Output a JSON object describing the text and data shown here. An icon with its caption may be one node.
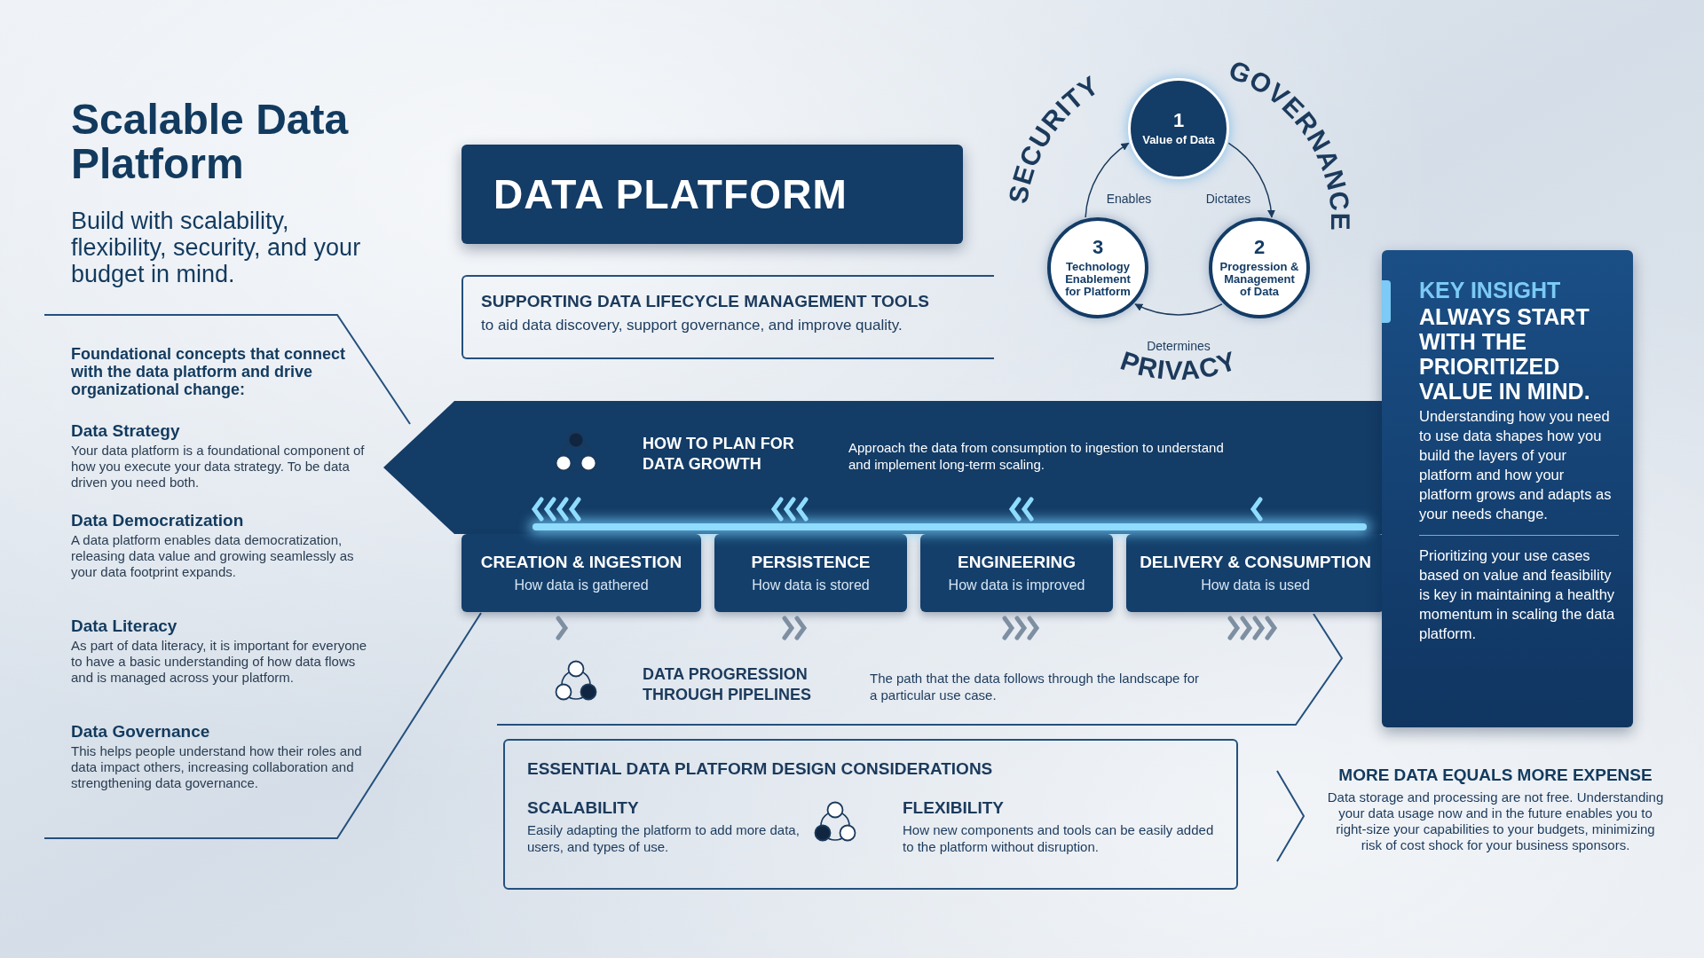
{
  "diagram": {
    "title": "Scalable Data Platform",
    "nodes": [
      {
        "text": [
          "DATA PLATFORM"
        ]
      },
      {
        "text": [
          "SUPPORTING DATA LIFECYCLE MANAGEMENT TOOLS",
          "to aid data discovery, support governance, and improve quality."
        ]
      },
      {
        "text": [
          "1",
          "Value of Data"
        ]
      },
      {
        "text": [
          "2",
          "Progression & Management of Data"
        ]
      },
      {
        "text": [
          "3",
          "Technology Enablement for Platform"
        ]
      },
      {
        "text": [
          "HOW TO PLAN FOR DATA GROWTH",
          "Approach the data from consumption to ingestion to understand and implement long-term scaling."
        ]
      },
      {
        "text": [
          "CREATION & INGESTION",
          "How data is gathered"
        ]
      },
      {
        "text": [
          "PERSISTENCE",
          "How data is stored"
        ]
      },
      {
        "text": [
          "ENGINEERING",
          "How data is improved"
        ]
      },
      {
        "text": [
          "DELIVERY & CONSUMPTION",
          "How data is used"
        ]
      },
      {
        "text": [
          "DATA PROGRESSION THROUGH PIPELINES",
          "The path that the data follows through the landscape for a particular use case."
        ]
      },
      {
        "text": [
          "ESSENTIAL DATA PLATFORM DESIGN CONSIDERATIONS",
          "SCALABILITY",
          "Easily adapting the platform to add more data, users, and types of use.",
          "FLEXIBILITY",
          "How new components and tools can be easily added to the platform without disruption."
        ]
      },
      {
        "text": [
          "KEY INSIGHT",
          "ALWAYS START WITH THE PRIORITIZED VALUE IN MIND.",
          "Understanding how you need to use data shapes how you build the layers of your platform and how your platform grows and adapts as your needs change.",
          "Prioritizing your use cases based on value and feasibility is key in maintaining a healthy momentum in scaling the data platform."
        ]
      }
    ],
    "edges": [
      {
        "from": 2,
        "to": 3,
        "arrow": "to",
        "label": "Dictates"
      },
      {
        "from": 3,
        "to": 4,
        "arrow": "to",
        "label": "Determines"
      },
      {
        "from": 4,
        "to": 2,
        "arrow": "to",
        "label": "Enables"
      }
    ],
    "labels": [
      "Build with scalability, flexibility, security, and your budget in mind.",
      "SECURITY",
      "GOVERNANCE",
      "PRIVACY",
      "Foundational concepts that connect with the data platform and drive organizational change:",
      "Data Strategy",
      "Your data platform is a foundational component of how you execute your data strategy. To be data driven you need both.",
      "Data Democratization",
      "A data platform enables data democratization, releasing data value and growing seamlessly as your data footprint expands.",
      "Data Literacy",
      "As part of data literacy, it is important for everyone to have a basic understanding of how data flows and is managed across your platform.",
      "Data Governance",
      "This helps people understand how their roles and data impact others, increasing collaboration and strengthening data governance.",
      "MORE DATA EQUALS MORE EXPENSE",
      "Data storage and processing are not free. Understanding your data usage now and in the future enables you to right-size your capabilities to your budgets, minimizing risk of cost shock for your business sponsors."
    ]
  }
}
